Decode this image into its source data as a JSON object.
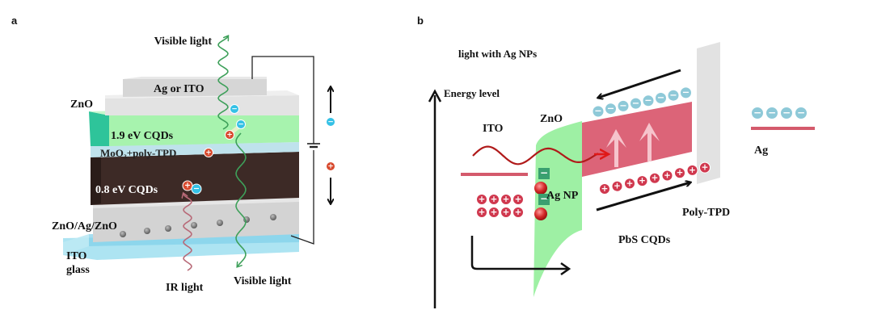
{
  "panel_a": {
    "label": "a",
    "texts": {
      "visible_light_top": "Visible light",
      "electrode": "Ag or ITO",
      "zno": "ZnO",
      "cqd_1_9": "1.9 eV CQDs",
      "moo3_poly_tpd": "MoO₃+poly-TPD",
      "cqd_0_8": "0.8 eV CQDs",
      "zno_ag_zno": "ZnO/Ag/ZnO",
      "ito": "ITO",
      "glass": "glass",
      "ir_light": "IR light",
      "visible_light_bottom": "Visible light"
    },
    "charges": {
      "electron": "−",
      "hole": "+"
    },
    "colors": {
      "electrode": "#d9d9d9",
      "zno": "#e4e4e4",
      "cqd_visible": "#a8f5b0",
      "cqd_visible_side": "#2ec49a",
      "htl": "#c4e3ee",
      "cqd_ir": "#3d2a26",
      "tce": "#cfcfcf",
      "glass": "#8fd9ee",
      "visible_wave": "#3ea05a",
      "ir_wave": "#b86a78",
      "electron": "#35c1e6",
      "hole": "#d84a2e"
    }
  },
  "panel_b": {
    "label": "b",
    "texts": {
      "title": "light with Ag NPs",
      "energy_axis": "Energy level",
      "ito": "ITO",
      "zno": "ZnO",
      "ag_np": "Ag NP",
      "poly_tpd": "Poly-TPD",
      "pbs_cqds": "PbS CQDs",
      "ag": "Ag"
    },
    "charges": {
      "electron": "−",
      "hole": "+"
    },
    "counts": {
      "cqd_electrons": 8,
      "cqd_holes": 9,
      "ito_holes": 8,
      "ag_electrons": 4,
      "ag_nps": 2
    },
    "colors": {
      "band": "#d45a6c",
      "band_fill": "#dc6478",
      "zno_fill": "#9ef0a4",
      "electron": "#8ec9d8",
      "hole": "#d0384e",
      "ag_np": "#d42a2a",
      "np_charge": "#3aa070",
      "poly_tpd_barrier": "#e2e2e2",
      "light_wave": "#b01a1a",
      "arrow_up": "#f6c4cc"
    }
  }
}
